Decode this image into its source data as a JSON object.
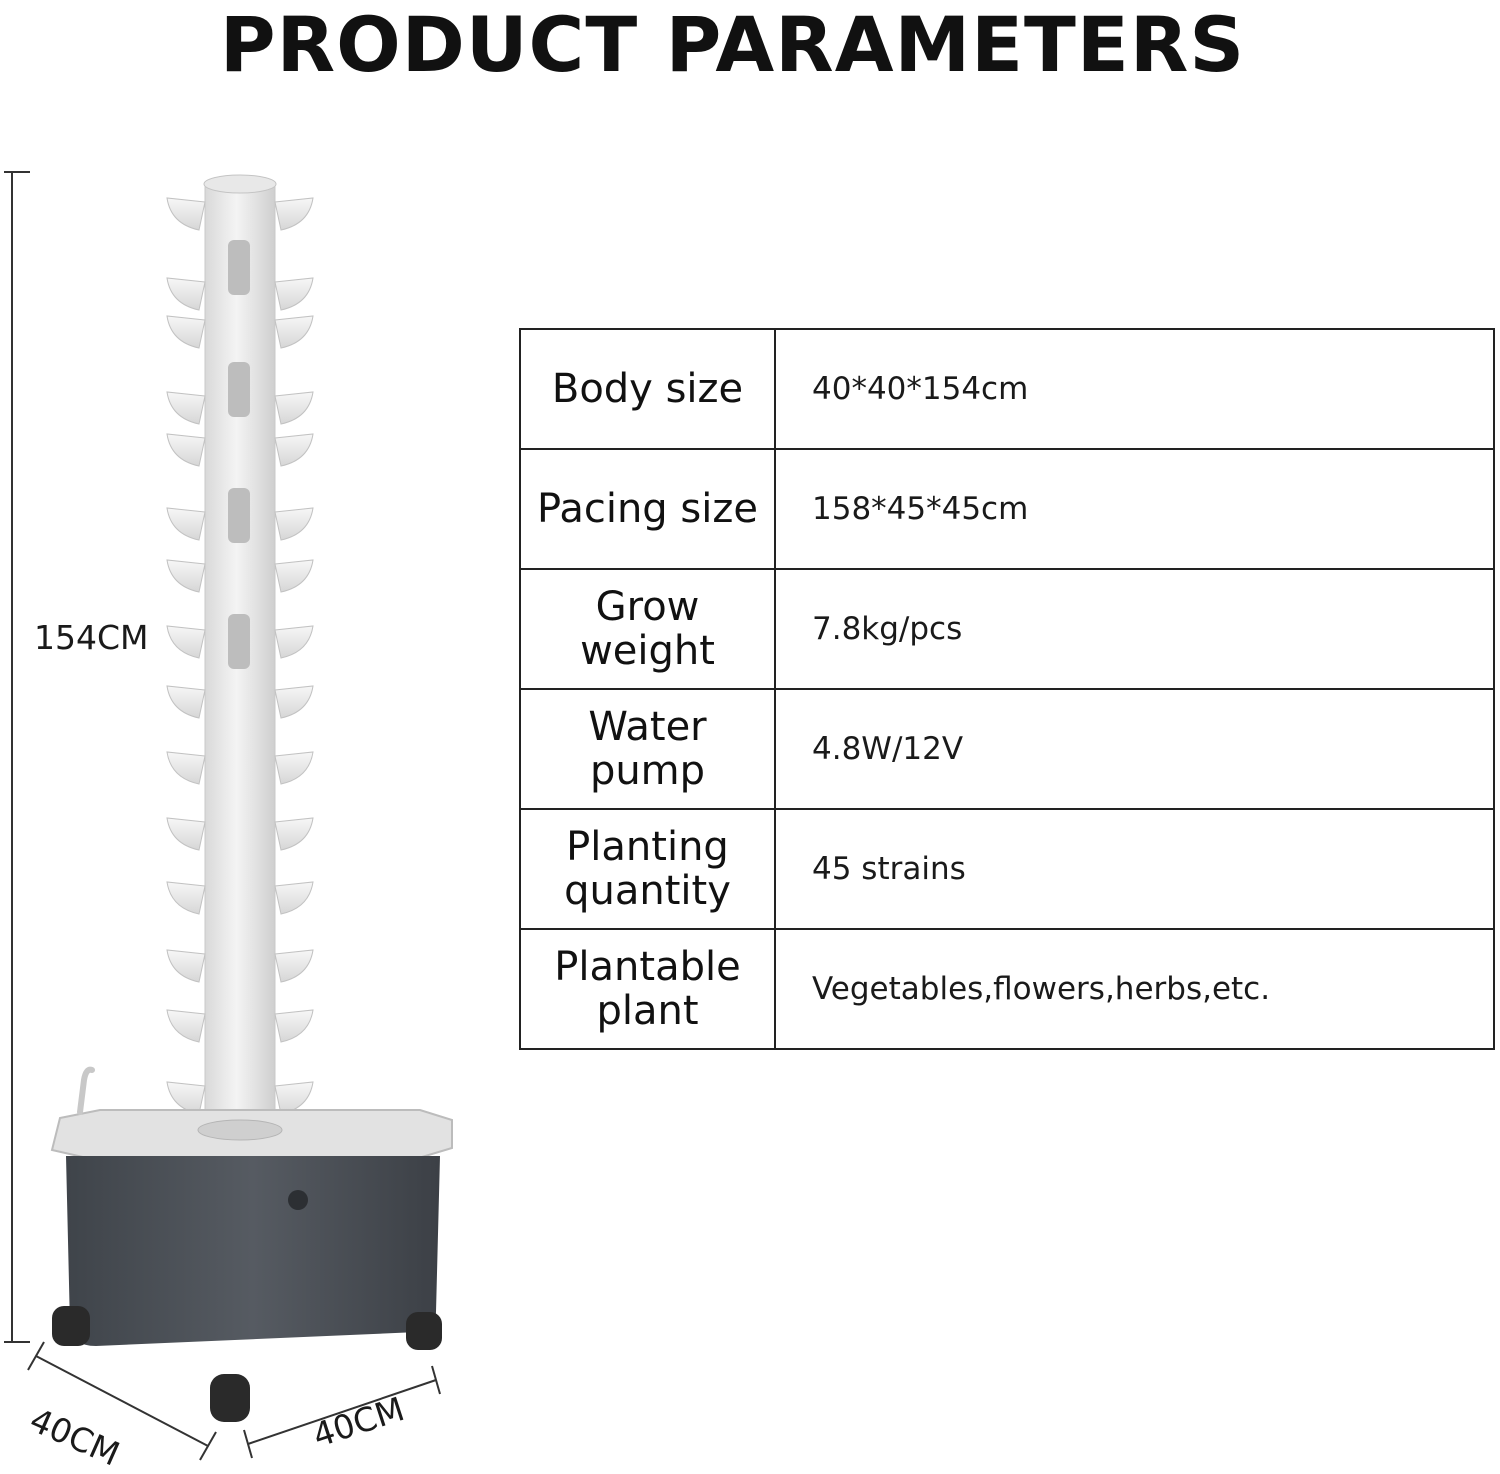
{
  "title": "PRODUCT PARAMETERS",
  "dimensions": {
    "height": "154CM",
    "depth": "40CM",
    "width": "40CM"
  },
  "specs": [
    {
      "label": "Body size",
      "value": "40*40*154cm"
    },
    {
      "label": "Pacing size",
      "value": "158*45*45cm"
    },
    {
      "label": "Grow weight",
      "value": "7.8kg/pcs"
    },
    {
      "label": "Water pump",
      "value": "4.8W/12V"
    },
    {
      "label": "Planting quantity",
      "value": "45 strains"
    },
    {
      "label": "Plantable plant",
      "value": "Vegetables,flowers,herbs,etc."
    }
  ],
  "colors": {
    "tower": "#ececec",
    "tray": "#e4e4e4",
    "base": "#4a4f55",
    "wheel": "#2a2a2a"
  }
}
